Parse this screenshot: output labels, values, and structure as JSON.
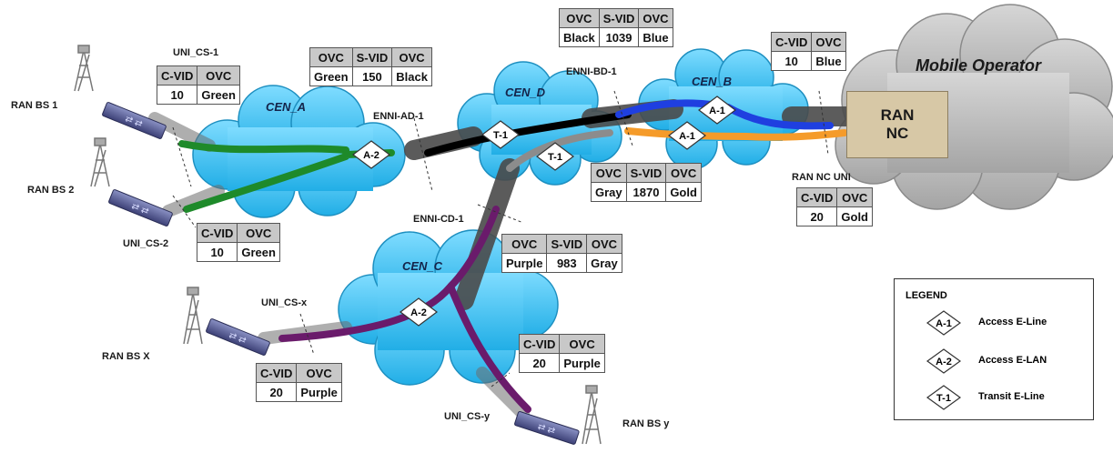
{
  "mobile_operator": "Mobile Operator",
  "ran_nc": {
    "line1": "RAN",
    "line2": "NC"
  },
  "clouds": {
    "cen_a": "CEN_A",
    "cen_b": "CEN_B",
    "cen_c": "CEN_C",
    "cen_d": "CEN_D"
  },
  "labels": {
    "ran_bs_1": "RAN BS 1",
    "ran_bs_2": "RAN BS 2",
    "ran_bs_x": "RAN BS X",
    "ran_bs_y": "RAN BS y",
    "uni_cs_1": "UNI_CS-1",
    "uni_cs_2": "UNI_CS-2",
    "uni_cs_x": "UNI_CS-x",
    "uni_cs_y": "UNI_CS-y",
    "enni_ad_1": "ENNI-AD-1",
    "enni_bd_1": "ENNI-BD-1",
    "enni_cd_1": "ENNI-CD-1",
    "ran_nc_uni": "RAN NC UNI"
  },
  "nodes": {
    "a2_cen_a": "A-2",
    "a2_cen_c": "A-2",
    "t1_cen_d_left": "T-1",
    "t1_cen_d_right": "T-1",
    "a1_blue": "A-1",
    "a1_orange": "A-1"
  },
  "tables": {
    "uni_cs_1": {
      "headers": [
        "C-VID",
        "OVC"
      ],
      "row": [
        "10",
        "Green"
      ]
    },
    "uni_cs_2": {
      "headers": [
        "C-VID",
        "OVC"
      ],
      "row": [
        "10",
        "Green"
      ]
    },
    "enni_ad": {
      "headers": [
        "OVC",
        "S-VID",
        "OVC"
      ],
      "row": [
        "Green",
        "150",
        "Black"
      ]
    },
    "enni_bd": {
      "headers": [
        "OVC",
        "S-VID",
        "OVC"
      ],
      "row": [
        "Black",
        "1039",
        "Blue"
      ]
    },
    "ran_nc_blue": {
      "headers": [
        "C-VID",
        "OVC"
      ],
      "row": [
        "10",
        "Blue"
      ]
    },
    "enni_bd_gray": {
      "headers": [
        "OVC",
        "S-VID",
        "OVC"
      ],
      "row": [
        "Gray",
        "1870",
        "Gold"
      ]
    },
    "ran_nc_gold": {
      "headers": [
        "C-VID",
        "OVC"
      ],
      "row": [
        "20",
        "Gold"
      ]
    },
    "enni_cd": {
      "headers": [
        "OVC",
        "S-VID",
        "OVC"
      ],
      "row": [
        "Purple",
        "983",
        "Gray"
      ]
    },
    "uni_cs_x": {
      "headers": [
        "C-VID",
        "OVC"
      ],
      "row": [
        "20",
        "Purple"
      ]
    },
    "uni_cs_y": {
      "headers": [
        "C-VID",
        "OVC"
      ],
      "row": [
        "20",
        "Purple"
      ]
    }
  },
  "legend": {
    "title": "LEGEND",
    "items": [
      {
        "symbol": "A-1",
        "label": "Access E-Line"
      },
      {
        "symbol": "A-2",
        "label": "Access E-LAN"
      },
      {
        "symbol": "T-1",
        "label": "Transit  E-Line"
      }
    ]
  },
  "colors": {
    "cloud_fill": "#3ec3ef",
    "cloud_stroke": "#1d8fc0",
    "operator_cloud": "#b9b9b9",
    "trunk": "#3d3d3d",
    "green": "#1e8a2a",
    "black": "#000000",
    "blue": "#1f3fe0",
    "orange": "#f59b2a",
    "gray": "#8c8c8c",
    "purple": "#6a1b6b"
  }
}
